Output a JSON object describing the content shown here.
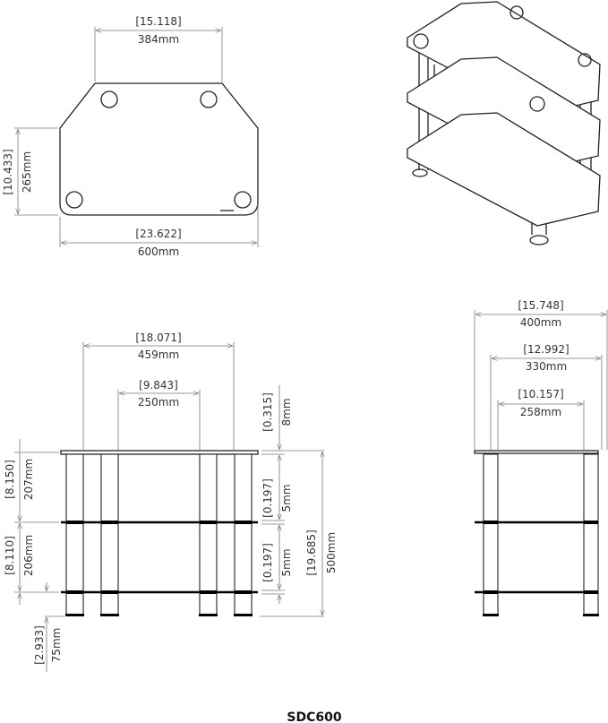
{
  "title": "SDC600",
  "top_view": {
    "top_width_in": "[15.118]",
    "top_width_mm": "384mm",
    "side_height_in": "[10.433]",
    "side_height_mm": "265mm",
    "width_in": "[23.622]",
    "width_mm": "600mm"
  },
  "front_view": {
    "outer_posts_in": "[18.071]",
    "outer_posts_mm": "459mm",
    "inner_posts_in": "[9.843]",
    "inner_posts_mm": "250mm",
    "glass_top_in": "[0.315]",
    "glass_top_mm": "8mm",
    "glass_mid_in": "[0.197]",
    "glass_mid_mm": "5mm",
    "glass_bot_in": "[0.197]",
    "glass_bot_mm": "5mm",
    "total_height_in": "[19.685]",
    "total_height_mm": "500mm",
    "upper_gap_in": "[8.150]",
    "upper_gap_mm": "207mm",
    "lower_gap_in": "[8.110]",
    "lower_gap_mm": "206mm",
    "foot_in": "[2.933]",
    "foot_mm": "75mm"
  },
  "side_view": {
    "depth_in": "[15.748]",
    "depth_mm": "400mm",
    "mid_depth_in": "[12.992]",
    "mid_depth_mm": "330mm",
    "post_depth_in": "[10.157]",
    "post_depth_mm": "258mm"
  }
}
